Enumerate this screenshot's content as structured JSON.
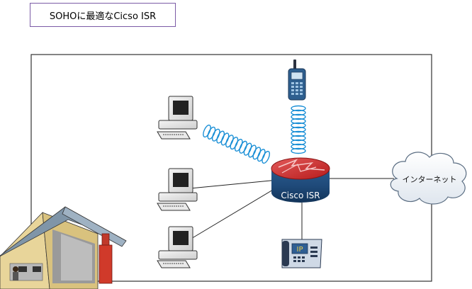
{
  "title": "SOHOに最適なCicso ISR",
  "router": {
    "label": "Cisco ISR"
  },
  "cloud": {
    "label": "インターネット"
  },
  "phone": {
    "badge": "IP"
  }
}
